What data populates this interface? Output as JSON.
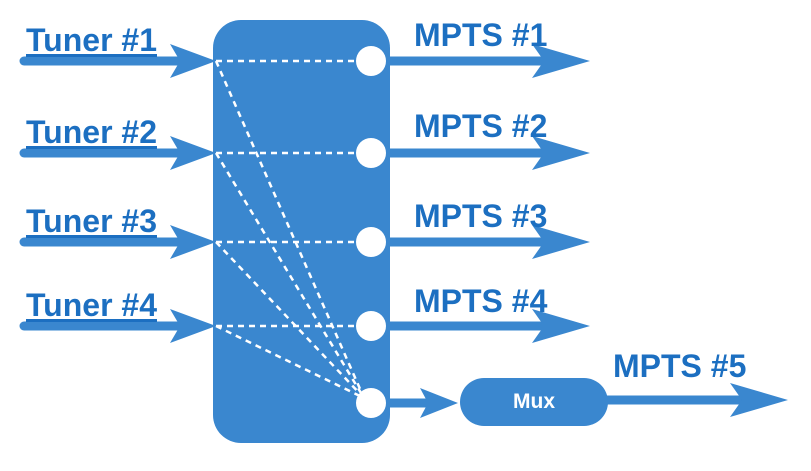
{
  "colors": {
    "primary": "#3a87cf",
    "text": "#1c6fc1",
    "node_fill": "#ffffff",
    "connection_line": "#ffffff",
    "background": "#ffffff"
  },
  "tuners": [
    {
      "label": "Tuner #1"
    },
    {
      "label": "Tuner #2"
    },
    {
      "label": "Tuner #3"
    },
    {
      "label": "Tuner #4"
    }
  ],
  "outputs": [
    {
      "label": "MPTS #1"
    },
    {
      "label": "MPTS #2"
    },
    {
      "label": "MPTS #3"
    },
    {
      "label": "MPTS #4"
    },
    {
      "label": "MPTS #5"
    }
  ],
  "mux": {
    "label": "Mux"
  },
  "connections": [
    {
      "from": "Tuner #1",
      "to": "MPTS #1"
    },
    {
      "from": "Tuner #2",
      "to": "MPTS #2"
    },
    {
      "from": "Tuner #3",
      "to": "MPTS #3"
    },
    {
      "from": "Tuner #4",
      "to": "MPTS #4"
    },
    {
      "from": "Tuner #1",
      "to": "Mux"
    },
    {
      "from": "Tuner #2",
      "to": "Mux"
    },
    {
      "from": "Tuner #3",
      "to": "Mux"
    },
    {
      "from": "Tuner #4",
      "to": "Mux"
    }
  ]
}
